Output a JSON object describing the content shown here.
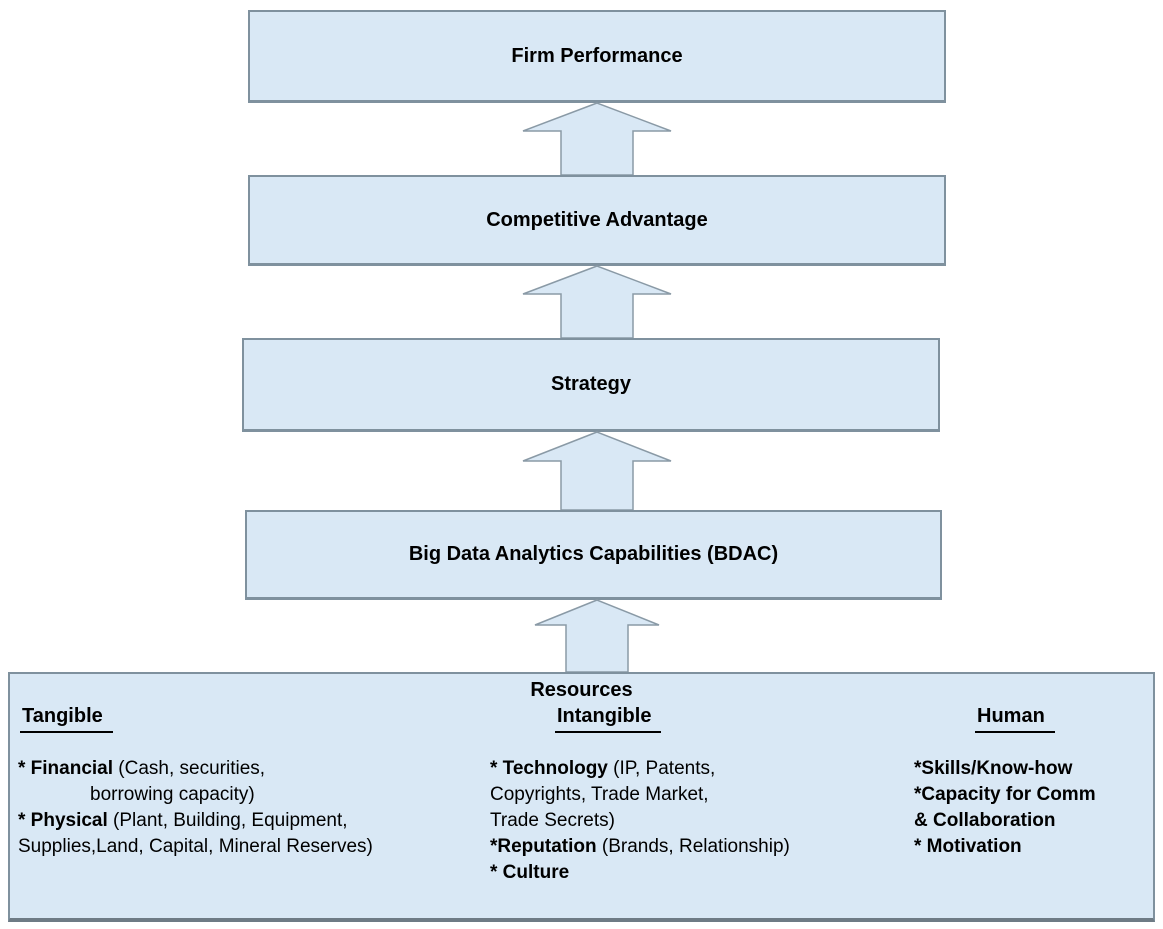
{
  "diagram": {
    "title_boxes": [
      {
        "label": "Firm Performance"
      },
      {
        "label": "Competitive Advantage"
      },
      {
        "label": "Strategy"
      },
      {
        "label": "Big Data Analytics Capabilities (BDAC)"
      }
    ],
    "arrows": {
      "direction": "up",
      "count": 4
    },
    "resources": {
      "title": "Resources",
      "columns": [
        {
          "header": "Tangible",
          "lines": [
            {
              "bold": "* Financial",
              "rest": " (Cash, securities,"
            },
            {
              "bold": "",
              "rest": "borrowing capacity)"
            },
            {
              "bold": "* Physical",
              "rest": " (Plant, Building, Equipment,"
            },
            {
              "bold": "",
              "rest": "Supplies,Land, Capital, Mineral Reserves)"
            }
          ]
        },
        {
          "header": "Intangible",
          "lines": [
            {
              "bold": "* Technology",
              "rest": " (IP, Patents,"
            },
            {
              "bold": "",
              "rest": "Copyrights, Trade Market,"
            },
            {
              "bold": "",
              "rest": "Trade Secrets)"
            },
            {
              "bold": "*Reputation",
              "rest": " (Brands, Relationship)"
            },
            {
              "bold": "* Culture",
              "rest": ""
            }
          ]
        },
        {
          "header": "Human",
          "lines": [
            {
              "bold": "*Skills/Know-how",
              "rest": ""
            },
            {
              "bold": "*Capacity for Comm",
              "rest": ""
            },
            {
              "bold": "& Collaboration",
              "rest": ""
            },
            {
              "bold": "* Motivation",
              "rest": ""
            }
          ]
        }
      ]
    },
    "colors": {
      "box_fill": "#d9e8f5",
      "box_border": "#7f919e",
      "arrow_fill": "#d9e8f5",
      "arrow_border": "#8a9aa6",
      "text": "#000000",
      "background": "#ffffff"
    }
  }
}
